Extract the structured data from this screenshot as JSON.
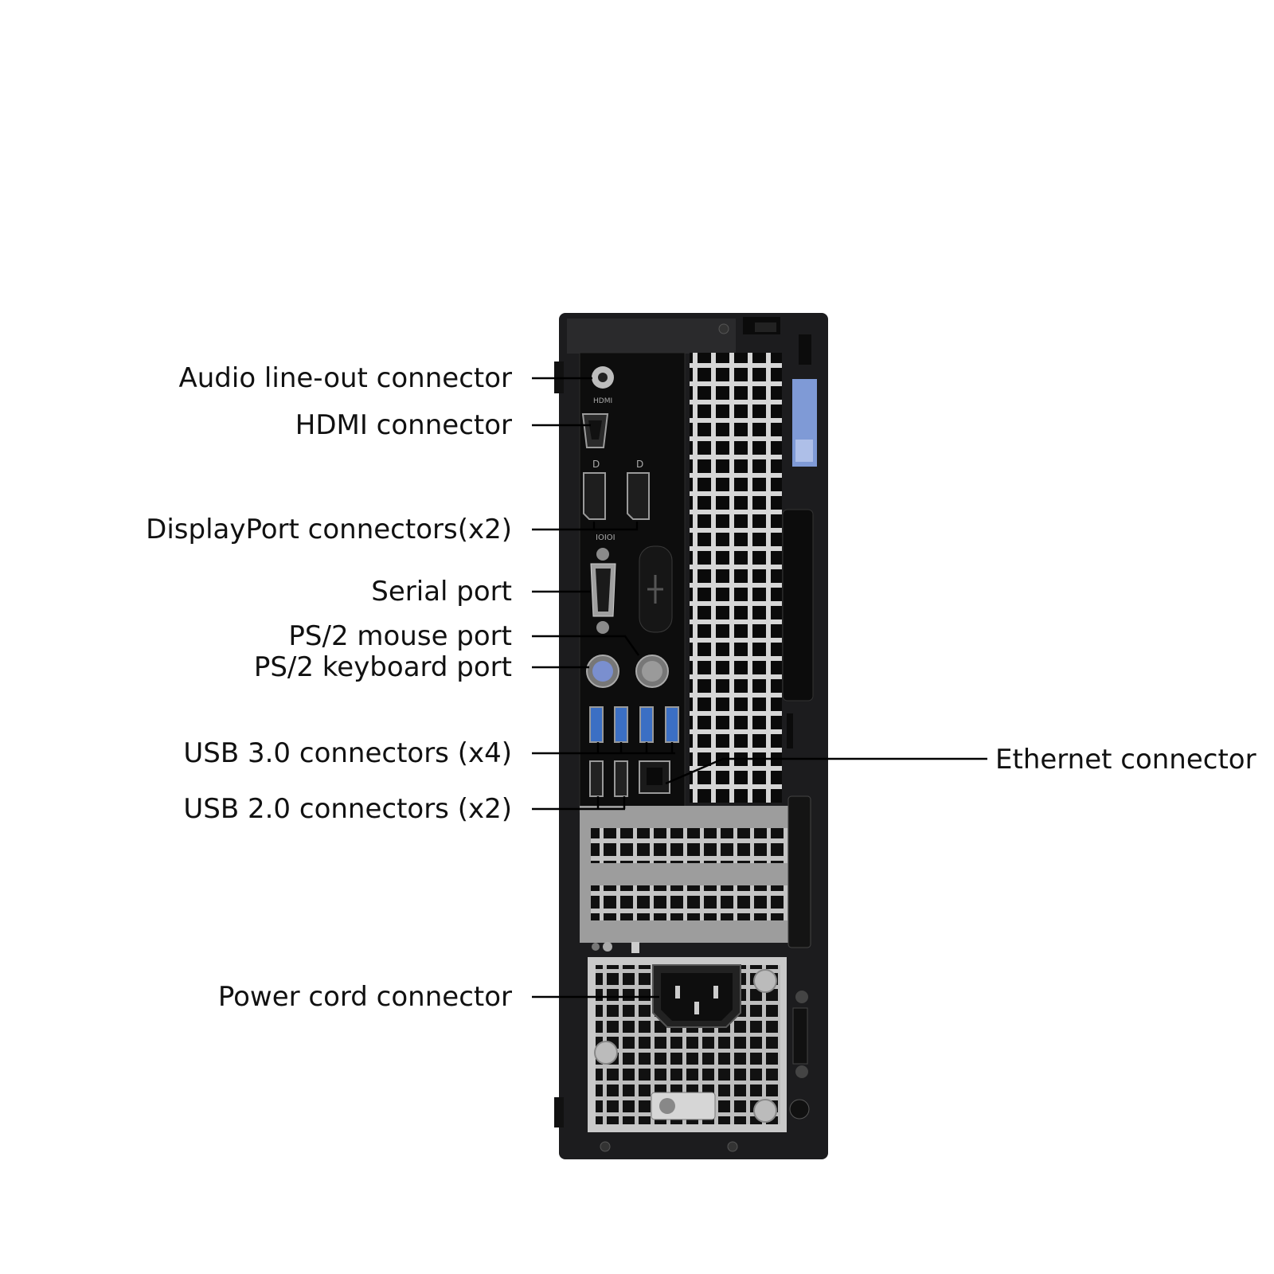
{
  "labels": {
    "audio_line_out": "Audio line-out connector",
    "hdmi": "HDMI connector",
    "displayport": "DisplayPort connectors(x2)",
    "serial": "Serial port",
    "ps2_mouse": "PS/2 mouse port",
    "ps2_keyboard": "PS/2 keyboard port",
    "usb30": "USB 3.0 connectors (x4)",
    "usb20": "USB 2.0 connectors (x2)",
    "ethernet": "Ethernet connector",
    "power": "Power cord connector"
  },
  "port_marks": {
    "hdmi": "HDMI"
  },
  "colors": {
    "chassis": "#1c1c1e",
    "io_panel": "#0d0d0d",
    "metal": "#b8b8b8",
    "usb3_blue": "#3b6fc4",
    "latch_blue": "#7f9ad6",
    "leader": "#000000"
  }
}
